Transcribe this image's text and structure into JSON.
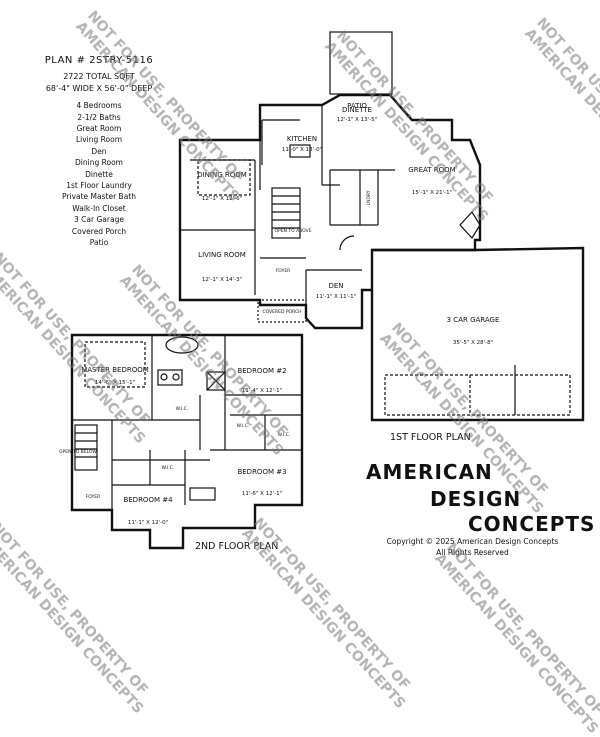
{
  "plan": {
    "title": "PLAN # 2STRY-5116",
    "total_sqft": "2722 TOTAL SQFT",
    "dimensions": "68'-4\" WIDE X 56'-0\" DEEP",
    "features": [
      "4 Bedrooms",
      "2-1/2 Baths",
      "Great Room",
      "Living Room",
      "Den",
      "Dining Room",
      "Dinette",
      "1st Floor Laundry",
      "Private Master Bath",
      "Walk-In Closet",
      "3 Car Garage",
      "Covered Porch",
      "Patio"
    ]
  },
  "first_floor": {
    "label": "1ST FLOOR PLAN",
    "rooms": {
      "patio": {
        "name": "PATIO"
      },
      "dinette": {
        "name": "DINETTE",
        "dim": "12'-1\" X 13'-5\""
      },
      "kitchen": {
        "name": "KITCHEN",
        "dim": "11'-0\" X 13'-0\""
      },
      "dining": {
        "name": "DINING ROOM",
        "dim": "12'-1\" X 12'-6\""
      },
      "great": {
        "name": "GREAT ROOM",
        "dim": "15'-1\" X 21'-1\""
      },
      "living": {
        "name": "LIVING ROOM",
        "dim": "12'-1\" X 14'-3\""
      },
      "den": {
        "name": "DEN",
        "dim": "11'-1\" X 11'-1\""
      },
      "garage": {
        "name": "3 CAR GARAGE",
        "dim": "35'-5\" X 28'-8\""
      },
      "foyer": {
        "name": "FOYER"
      },
      "porch": {
        "name": "COVERED PORCH"
      },
      "laundry": {
        "name": "LNDRY"
      },
      "open": {
        "name": "OPEN TO ABOVE"
      }
    }
  },
  "second_floor": {
    "label": "2ND FLOOR PLAN",
    "rooms": {
      "master": {
        "name": "MASTER BEDROOM",
        "dim": "14'-6\" X 15'-1\""
      },
      "bed2": {
        "name": "BEDROOM #2",
        "dim": "11'-4\" X 12'-1\""
      },
      "bed3": {
        "name": "BEDROOM #3",
        "dim": "11'-6\" X 12'-1\""
      },
      "bed4": {
        "name": "BEDROOM #4",
        "dim": "11'-1\" X 12'-0\""
      },
      "wic_master": {
        "name": "W.I.C."
      },
      "wic_bed4": {
        "name": "W.I.C."
      },
      "wic_a": {
        "name": "W.I.C."
      },
      "wic_b": {
        "name": "W.I.C."
      },
      "foyer": {
        "name": "FOYER"
      },
      "open": {
        "name": "OPEN TO BELOW"
      }
    }
  },
  "brand": {
    "line1": "AMERICAN",
    "line2": "DESIGN",
    "line3": "CONCEPTS"
  },
  "copyright": {
    "line1": "Copyright © 2025 American Design Concepts",
    "line2": "All Rights Reserved"
  },
  "watermark": {
    "line1": "NOT FOR USE, PROPERTY OF",
    "line2": "AMERICAN DESIGN CONCEPTS"
  }
}
